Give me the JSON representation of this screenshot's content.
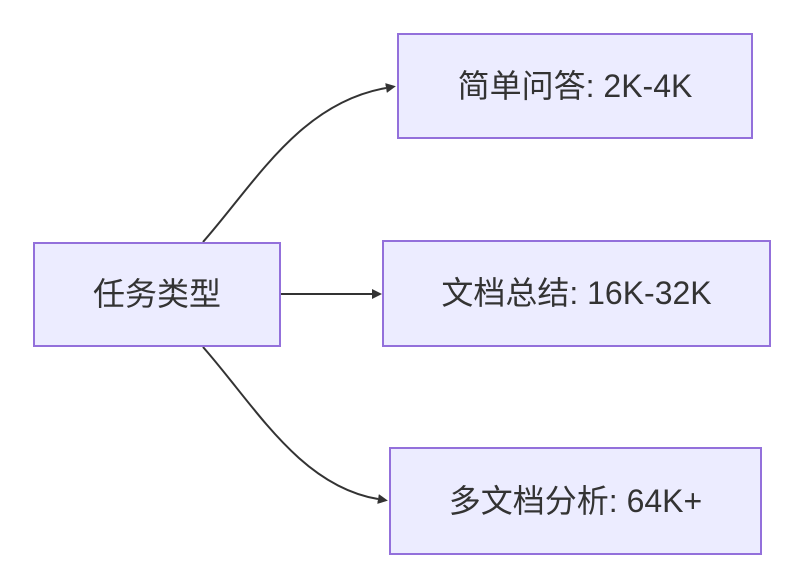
{
  "diagram": {
    "type": "flowchart-left-right",
    "root": {
      "label": "任务类型"
    },
    "children": [
      {
        "label": "简单问答: 2K-4K"
      },
      {
        "label": "文档总结: 16K-32K"
      },
      {
        "label": "多文档分析: 64K+"
      }
    ],
    "colors": {
      "node_fill": "#ECECFF",
      "node_border": "#9370DB",
      "edge": "#333333",
      "text": "#333333",
      "background": "#ffffff"
    }
  }
}
